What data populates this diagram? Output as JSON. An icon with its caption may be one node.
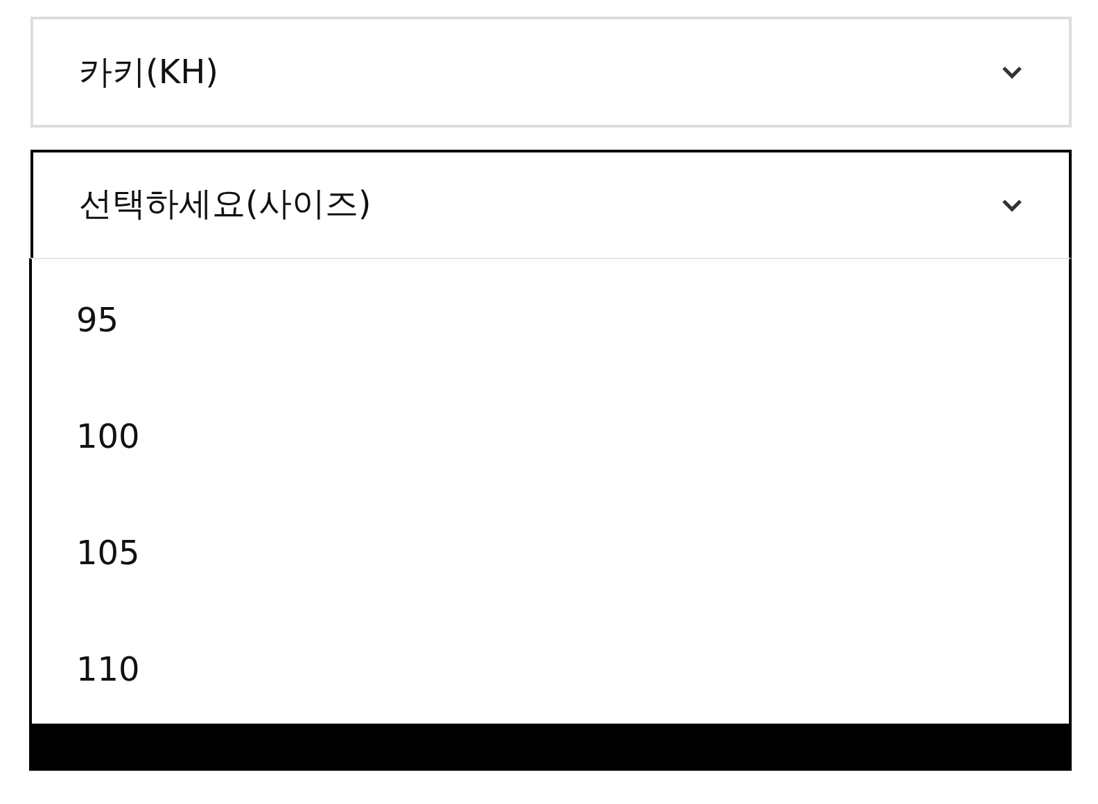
{
  "diagram": {
    "nodes": [
      {
        "text": [
          "카키(KH)"
        ]
      },
      {
        "text": [
          "선택하세요(사이즈)"
        ]
      },
      {
        "text": [
          "95"
        ]
      },
      {
        "text": [
          "100"
        ]
      },
      {
        "text": [
          "105"
        ]
      },
      {
        "text": [
          "110"
        ]
      },
      {
        "text": [],
        "shape": "bar"
      }
    ]
  }
}
